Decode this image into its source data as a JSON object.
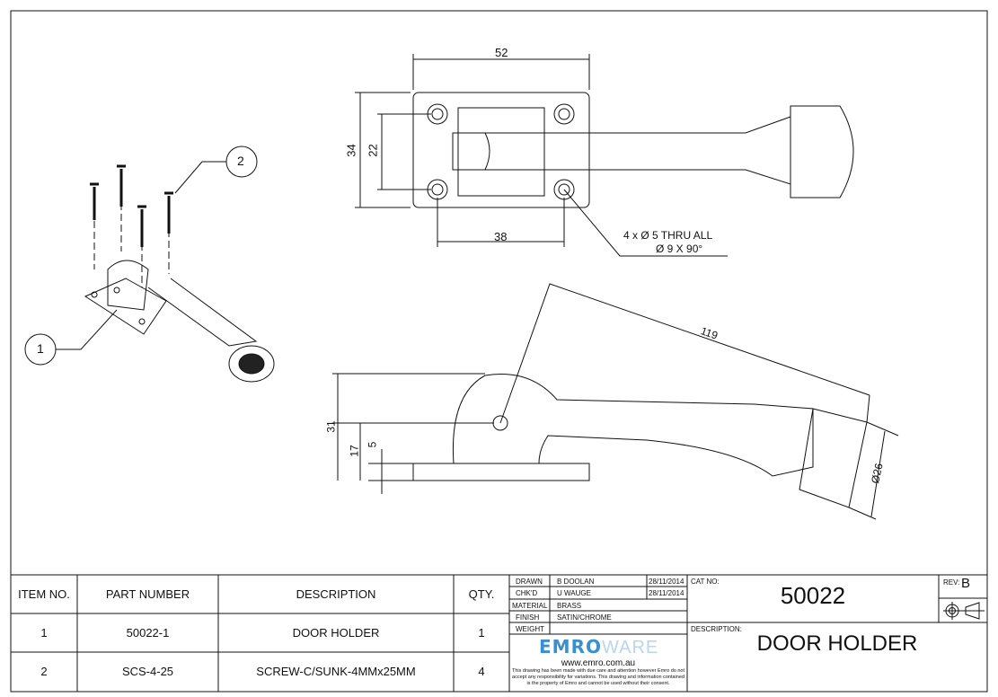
{
  "drawing": {
    "dimensions": {
      "width_top": "52",
      "height_top": "34",
      "hole_spacing_v": "22",
      "hole_spacing_h": "38",
      "hole_note_1": "4 x Ø 5 THRU ALL",
      "hole_note_2": "Ø 9 X 90°",
      "length": "119",
      "height_total": "31",
      "height_pivot": "17",
      "base_thickness": "5",
      "diameter_stop": "Ø26"
    },
    "balloons": [
      "1",
      "2"
    ]
  },
  "bom": {
    "headers": [
      "ITEM NO.",
      "PART NUMBER",
      "DESCRIPTION",
      "QTY."
    ],
    "rows": [
      [
        "1",
        "50022-1",
        "DOOR HOLDER",
        "1"
      ],
      [
        "2",
        "SCS-4-25",
        "SCREW-C/SUNK-4MMx25MM",
        "4"
      ]
    ]
  },
  "title_block": {
    "drawn_label": "DRAWN",
    "drawn_by": "B DOOLAN",
    "drawn_date": "28/11/2014",
    "checked_label": "CHK'D",
    "checked_by": "U WAUGE",
    "checked_date": "28/11/2014",
    "material_label": "MATERIAL",
    "material": "BRASS",
    "finish_label": "FINISH",
    "finish": "SATIN/CHROME",
    "weight_label": "WEIGHT",
    "logo_bold": "EMRO",
    "logo_light": "WARE",
    "website": "www.emro.com.au",
    "disclaimer": "This drawing has been made with due care and attention however Emro do not accept any responsibility for variations. This drawing and information contained is the property of Emro and cannot be used without their consent.",
    "cat_no_label": "CAT NO:",
    "cat_no": "50022",
    "rev_label": "REV:",
    "rev": "B",
    "description_label": "DESCRIPTION:",
    "description": "DOOR HOLDER"
  }
}
